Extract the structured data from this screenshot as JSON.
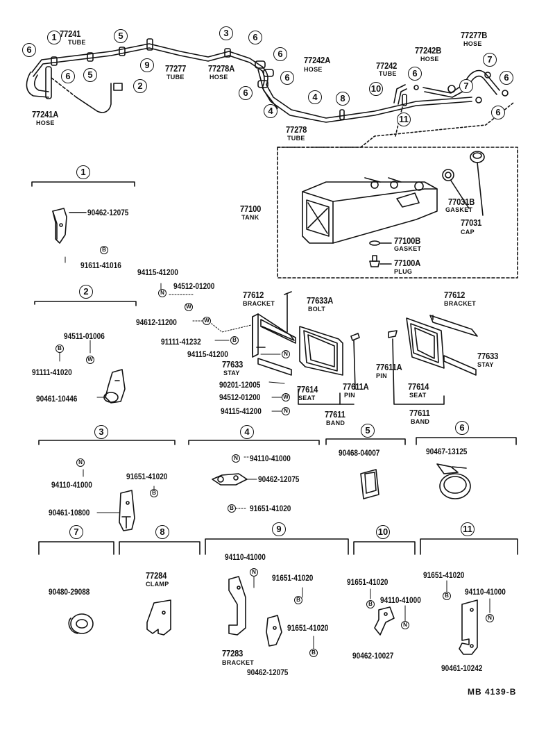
{
  "diagram_code": "MB 4139-B",
  "top_assembly": {
    "tube_77241": {
      "number": "77241",
      "name": "TUBE"
    },
    "hose_77241A": {
      "number": "77241A",
      "name": "HOSE"
    },
    "tube_77277": {
      "number": "77277",
      "name": "TUBE"
    },
    "hose_77278A": {
      "number": "77278A",
      "name": "HOSE"
    },
    "hose_77242A": {
      "number": "77242A",
      "name": "HOSE"
    },
    "tube_77278": {
      "number": "77278",
      "name": "TUBE"
    },
    "tube_77242": {
      "number": "77242",
      "name": "TUBE"
    },
    "hose_77242B": {
      "number": "77242B",
      "name": "HOSE"
    },
    "hose_77277B": {
      "number": "77277B",
      "name": "HOSE"
    }
  },
  "callouts": [
    "1",
    "2",
    "3",
    "4",
    "5",
    "6",
    "7",
    "8",
    "9",
    "10",
    "11"
  ],
  "tank_group": {
    "tank": {
      "number": "77100",
      "name": "TANK"
    },
    "gasket_b": {
      "number": "77031B",
      "name": "GASKET"
    },
    "cap": {
      "number": "77031",
      "name": "CAP"
    },
    "gasket": {
      "number": "77100B",
      "name": "GASKET"
    },
    "plug": {
      "number": "77100A",
      "name": "PLUG"
    }
  },
  "bracket_group": {
    "bracket_left": {
      "number": "77612",
      "name": "BRACKET"
    },
    "bolt": {
      "number": "77633A",
      "name": "BOLT"
    },
    "bracket_right": {
      "number": "77612",
      "name": "BRACKET"
    },
    "stay_left": {
      "number": "77633",
      "name": "STAY"
    },
    "stay_right": {
      "number": "77633",
      "name": "STAY"
    },
    "seat_left": {
      "number": "77614",
      "name": "SEAT"
    },
    "seat_right": {
      "number": "77614",
      "name": "SEAT"
    },
    "pin_left": {
      "number": "77611A",
      "name": "PIN"
    },
    "pin_right": {
      "number": "77611A",
      "name": "PIN"
    },
    "band_left": {
      "number": "77611",
      "name": "BAND"
    },
    "band_right": {
      "number": "77611",
      "name": "BAND"
    },
    "parts": [
      "94115-41200",
      "94512-01200",
      "94612-11200",
      "91111-41232",
      "94115-41200",
      "90201-12005",
      "94512-01200",
      "94115-41200"
    ]
  },
  "detail_1": {
    "number": "1",
    "parts": [
      "90462-12075",
      "91611-41016"
    ]
  },
  "detail_2": {
    "number": "2",
    "parts": [
      "94511-01006",
      "91111-41020",
      "90461-10446"
    ]
  },
  "detail_3": {
    "number": "3",
    "parts": [
      "94110-41000",
      "91651-41020",
      "90461-10800"
    ]
  },
  "detail_4": {
    "number": "4",
    "parts": [
      "94110-41000",
      "90462-12075",
      "91651-41020"
    ]
  },
  "detail_5": {
    "number": "5",
    "parts": [
      "90468-04007"
    ]
  },
  "detail_6": {
    "number": "6",
    "parts": [
      "90467-13125"
    ]
  },
  "detail_7": {
    "number": "7",
    "parts": [
      "90480-29088"
    ]
  },
  "detail_8": {
    "number": "8",
    "clamp": {
      "number": "77284",
      "name": "CLAMP"
    }
  },
  "detail_9": {
    "number": "9",
    "parts": [
      "94110-41000",
      "91651-41020",
      "91651-41020",
      "90462-12075"
    ],
    "bracket": {
      "number": "77283",
      "name": "BRACKET"
    }
  },
  "detail_10": {
    "number": "10",
    "parts": [
      "91651-41020",
      "94110-41000",
      "90462-10027"
    ]
  },
  "detail_11": {
    "number": "11",
    "parts": [
      "91651-41020",
      "94110-41000",
      "90461-10242"
    ]
  },
  "fastener_marks": {
    "bolt": "B",
    "nut": "N",
    "washer": "W"
  }
}
